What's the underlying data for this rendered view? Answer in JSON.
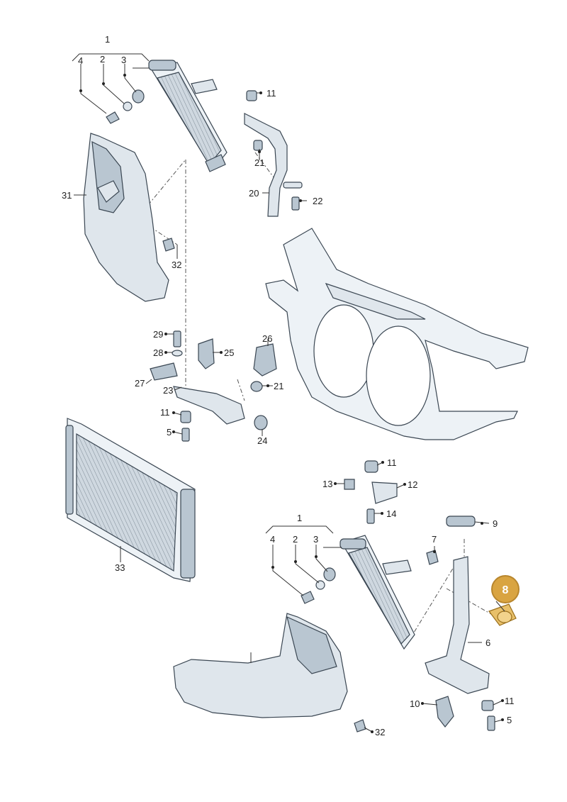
{
  "callouts": {
    "c1_top": "1",
    "c2_top": "2",
    "c3_top": "3",
    "c4_top": "4",
    "c11_a": "11",
    "c21_a": "21",
    "c20": "20",
    "c22": "22",
    "c31": "31",
    "c32_a": "32",
    "c29": "29",
    "c28": "28",
    "c25": "25",
    "c27": "27",
    "c23": "23",
    "c26": "26",
    "c21_b": "21",
    "c11_b": "11",
    "c5_a": "5",
    "c24": "24",
    "c33": "33",
    "c11_c": "11",
    "c13": "13",
    "c12": "12",
    "c14": "14",
    "c1_bot": "1",
    "c2_bot": "2",
    "c3_bot": "3",
    "c4_bot": "4",
    "c7": "7",
    "c9": "9",
    "c6": "6",
    "c10": "10",
    "c11_d": "11",
    "c5_b": "5",
    "c32_b": "32"
  },
  "highlight": {
    "label": "8",
    "color": "#d9a441"
  }
}
